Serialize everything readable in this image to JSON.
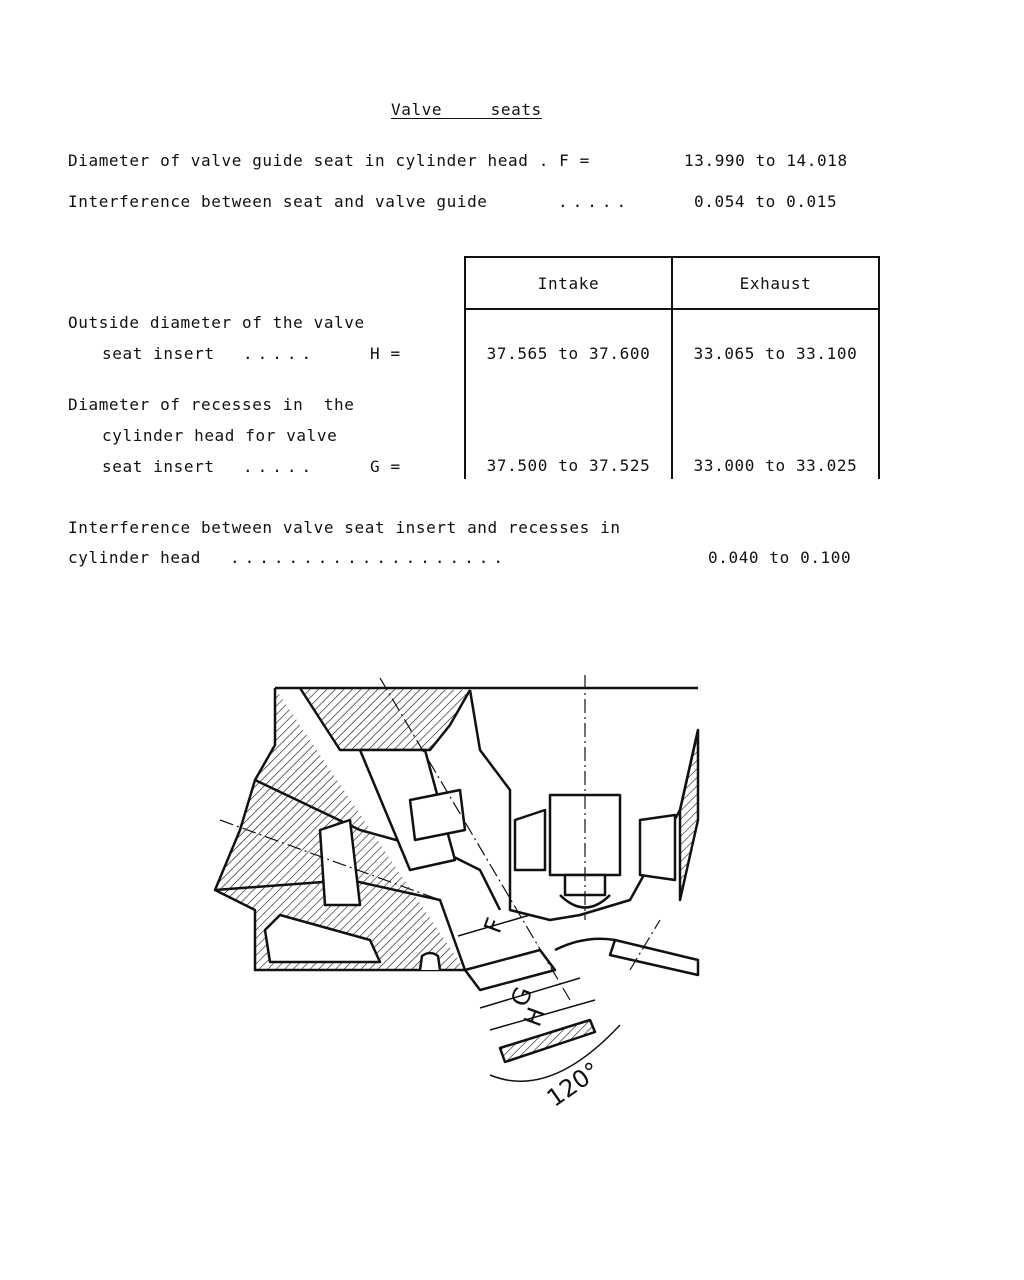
{
  "title": "Valve  seats",
  "guide_seat": {
    "label": "Diameter of valve guide seat in cylinder head . F =",
    "value": "13.990 to 14.018"
  },
  "guide_interference": {
    "label": "Interference between seat and valve guide",
    "dots": ".....",
    "value": "0.054 to 0.015"
  },
  "table": {
    "headers": [
      "Intake",
      "Exhaust"
    ],
    "rows": [
      {
        "label_lines": [
          "Outside diameter of the valve",
          "seat insert",
          "H ="
        ],
        "dots": ".....",
        "intake": "37.565 to 37.600",
        "exhaust": "33.065 to 33.100"
      },
      {
        "label_lines": [
          "Diameter of recesses in  the",
          "cylinder head for valve",
          "seat insert",
          "G ="
        ],
        "dots": ".....",
        "intake": "37.500 to 37.525",
        "exhaust": "33.000 to 33.025"
      }
    ]
  },
  "recess_interference": {
    "line1": "Interference between valve seat insert and recesses in",
    "line2": "cylinder head",
    "dots": "...................",
    "value": "0.040 to 0.100"
  },
  "diagram": {
    "labels": {
      "f": "F",
      "g": "G",
      "h": "H",
      "angle": "120°"
    }
  }
}
